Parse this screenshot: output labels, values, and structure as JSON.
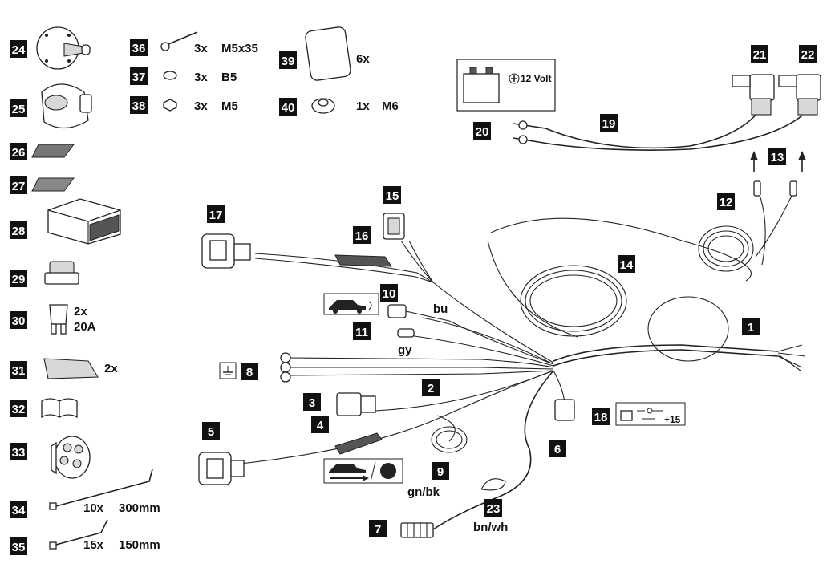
{
  "colors": {
    "badge": "#111111",
    "line": "#222222",
    "background": "#ffffff"
  },
  "badges": {
    "b1": "1",
    "b2": "2",
    "b3": "3",
    "b4": "4",
    "b5": "5",
    "b6": "6",
    "b7": "7",
    "b8": "8",
    "b9": "9",
    "b10": "10",
    "b11": "11",
    "b12": "12",
    "b13": "13",
    "b14": "14",
    "b15": "15",
    "b16": "16",
    "b17": "17",
    "b18": "18",
    "b19": "19",
    "b20": "20",
    "b21": "21",
    "b22": "22",
    "b23": "23",
    "b24": "24",
    "b25": "25",
    "b26": "26",
    "b27": "27",
    "b28": "28",
    "b29": "29",
    "b30": "30",
    "b31": "31",
    "b32": "32",
    "b33": "33",
    "b34": "34",
    "b35": "35",
    "b36": "36",
    "b37": "37",
    "b38": "38",
    "b39": "39",
    "b40": "40"
  },
  "labels": {
    "wire_bu": "bu",
    "wire_gy": "gy",
    "wire_gnbk": "gn/bk",
    "wire_bnwh": "bn/wh",
    "battery_volt": "12 Volt",
    "ignition_plus15": "+15",
    "fuse_qty": "2x",
    "fuse_rating": "20A",
    "pad_qty": "2x",
    "tie_long_qty": "10x",
    "tie_long_len": "300mm",
    "tie_short_qty": "15x",
    "tie_short_len": "150mm",
    "screw_qty": "3x",
    "screw_size": "M5x35",
    "washer_qty": "3x",
    "washer_size": "B5",
    "nut_qty": "3x",
    "nut_size": "M5",
    "pad39_qty": "6x",
    "locknut_qty": "1x",
    "locknut_size": "M6"
  },
  "icons": [
    "battery-icon",
    "ground-symbol-icon",
    "rear-fog-car-icon",
    "reverse-light-car-icon",
    "ignition-key-icon",
    "manual-book-icon"
  ]
}
